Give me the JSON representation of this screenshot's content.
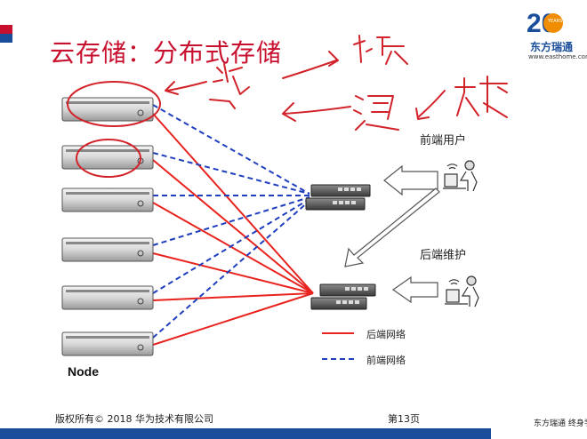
{
  "slide": {
    "title": "云存储：分布式存储",
    "node_label": "Node",
    "front_user_label": "前端用户",
    "back_maint_label": "后端维护",
    "legend": {
      "back_net": "后端网络",
      "front_net": "前端网络",
      "back_color": "#e8231e",
      "front_color": "#1f3fbf"
    }
  },
  "logo": {
    "number": "20",
    "years_text": "YEARS",
    "name": "东方瑞通",
    "url": "www.easthome.com"
  },
  "footer": {
    "copyright": "版权所有© 2018 华为技术有限公司",
    "page": "第13页",
    "brand_slogan": "东方瑞通  终身学习"
  },
  "annotation": {
    "ink_color": "#d2232a"
  }
}
